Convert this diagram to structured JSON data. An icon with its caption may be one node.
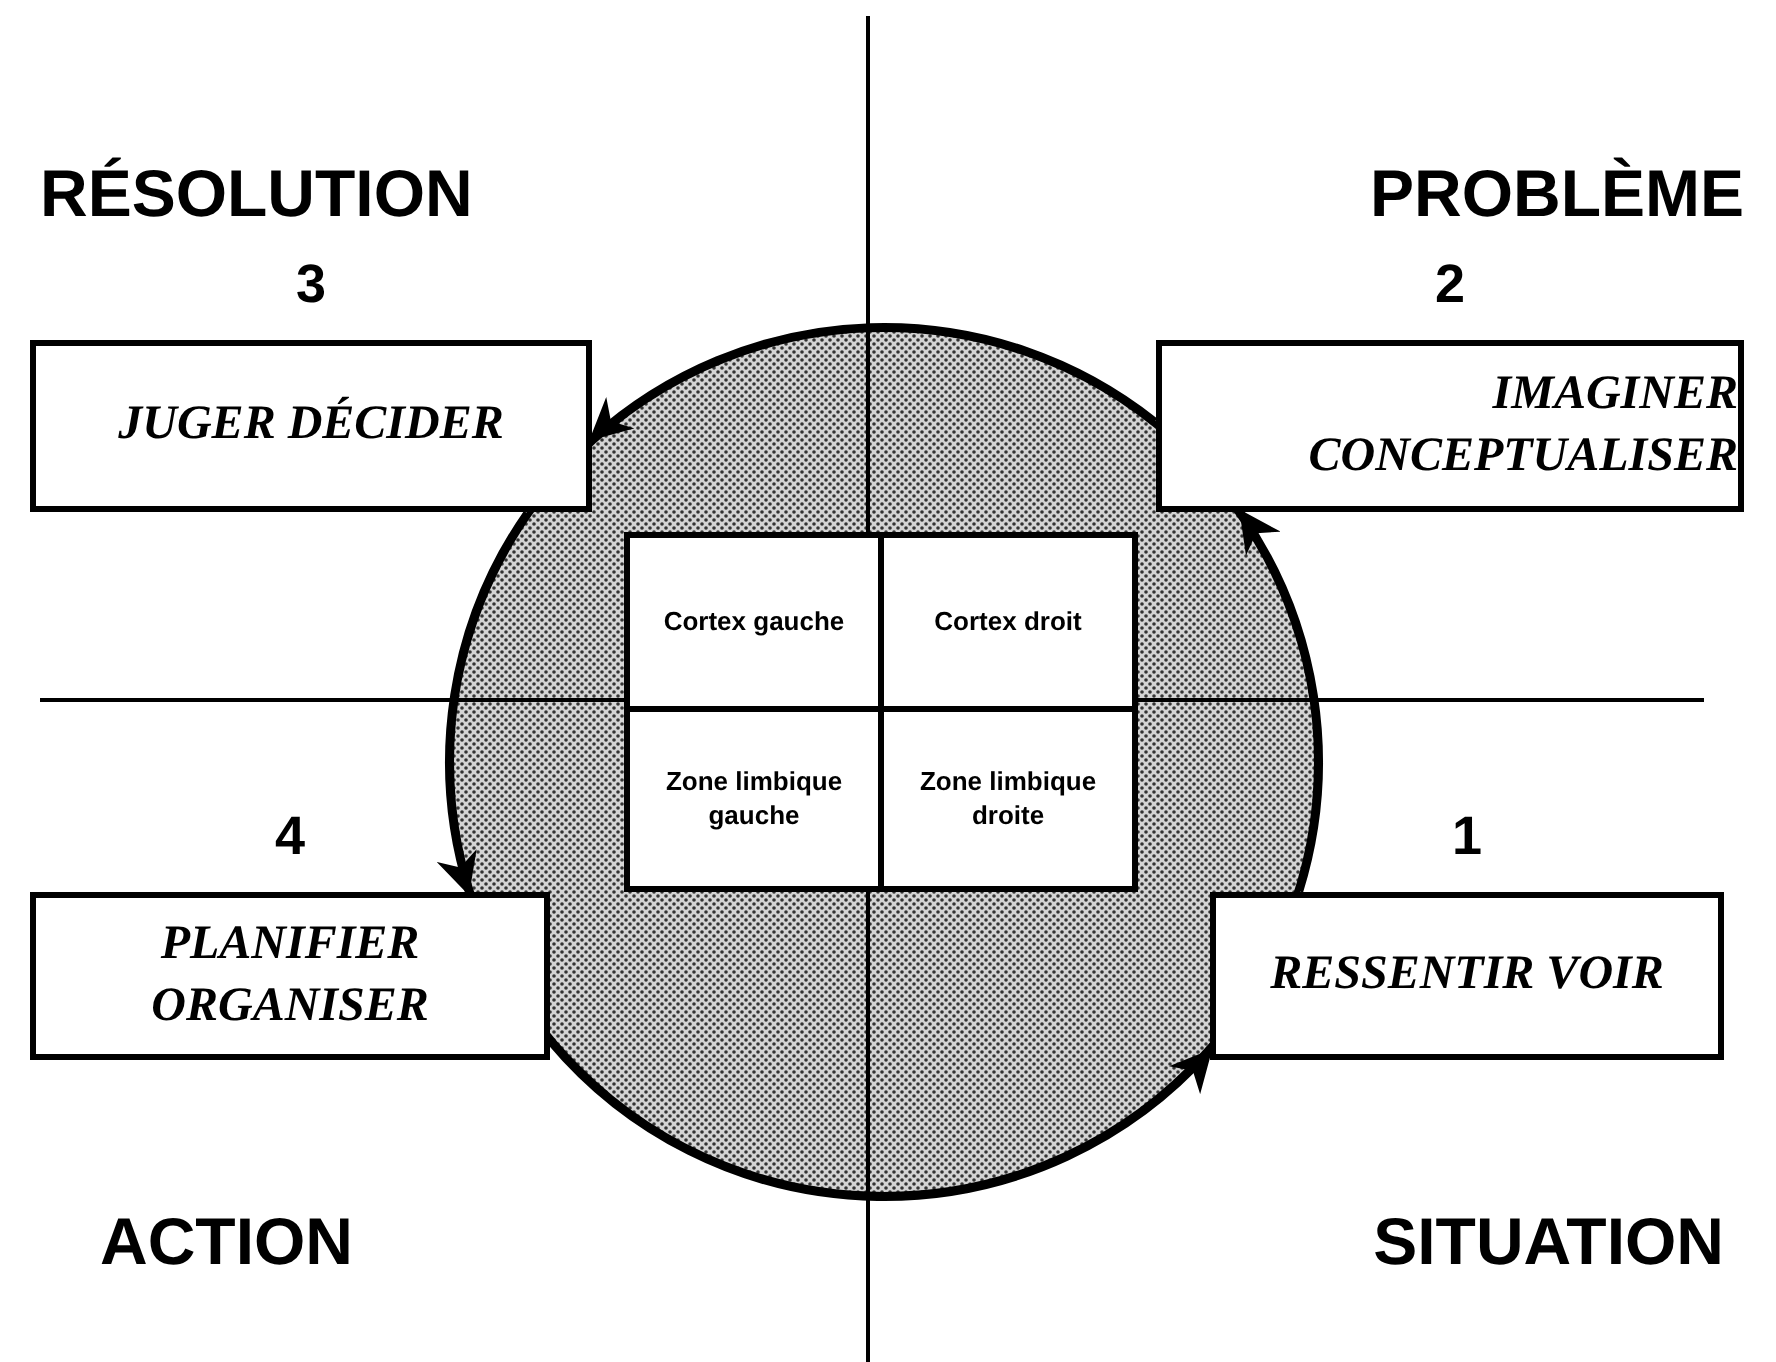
{
  "diagram": {
    "nodes": [
      {
        "text": [
          "3",
          "JUGER DÉCIDER"
        ]
      },
      {
        "text": [
          "2",
          "IMAGINER CONCEPTUALISER"
        ]
      },
      {
        "text": [],
        "shape": "circle"
      },
      {
        "text": [
          "Cortex gauche"
        ],
        "in": 2
      },
      {
        "text": [
          "Cortex droit"
        ],
        "in": 2
      },
      {
        "text": [
          "Zone limbique gauche"
        ],
        "in": 2
      },
      {
        "text": [
          "Zone limbique droite"
        ],
        "in": 2
      },
      {
        "text": [
          "4",
          "PLANIFIER ORGANISER"
        ]
      },
      {
        "text": [
          "1",
          "RESSENTIR VOIR"
        ]
      }
    ],
    "edges": [
      {
        "from": 7,
        "to": 8,
        "arrow": "to"
      },
      {
        "from": 8,
        "to": 1,
        "arrow": "to"
      },
      {
        "from": 1,
        "to": 0,
        "arrow": "to"
      },
      {
        "from": 0,
        "to": 7,
        "arrow": "to"
      }
    ],
    "labels": [
      "RÉSOLUTION",
      "PROBLÈME",
      "ACTION",
      "SITUATION"
    ]
  }
}
